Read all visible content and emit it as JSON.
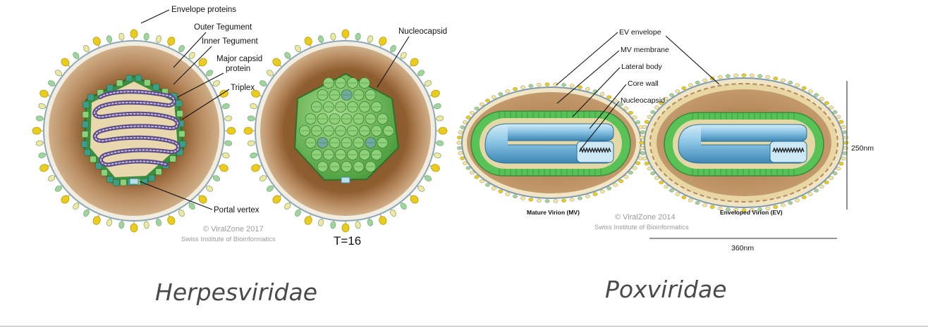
{
  "herpes": {
    "labels": {
      "envelope_proteins": "Envelope proteins",
      "outer_tegument": "Outer Tegument",
      "inner_tegument": "Inner Tegument",
      "major_capsid_1": "Major capsid",
      "major_capsid_2": "protein",
      "triplex": "Triplex",
      "portal_vertex": "Portal vertex",
      "nucleocapsid": "Nucleocapsid"
    },
    "credit_line1": "ViralZone 2017",
    "credit_line2": "Swiss Institute of Bioinformatics",
    "triangulation": "T=16",
    "family_name": "Herpesviridae"
  },
  "pox": {
    "labels": {
      "ev_envelope": "EV envelope",
      "mv_membrane": "MV membrane",
      "lateral_body": "Lateral body",
      "core_wall": "Core wall",
      "nucleocapsid": "Nucleocapsid"
    },
    "mature_caption": "Mature Virion (MV)",
    "enveloped_caption": "Enveloped Virion (EV)",
    "credit_line1": "ViralZone 2014",
    "credit_line2": "Swiss Institute of Bioinformatics",
    "height_label": "250nm",
    "width_label": "360nm",
    "family_name": "Poxviridae"
  },
  "colors": {
    "spike_yellow": "#e9cc1e",
    "spike_green": "#9fd49e",
    "tegument_outer": "#c9a27a",
    "tegument_inner": "#8a5a2b",
    "capsid_green": "#6fbf5a",
    "core_blue": "#8cc6e6",
    "core_shell": "#59c257",
    "core_fill": "#e4d8a6"
  }
}
